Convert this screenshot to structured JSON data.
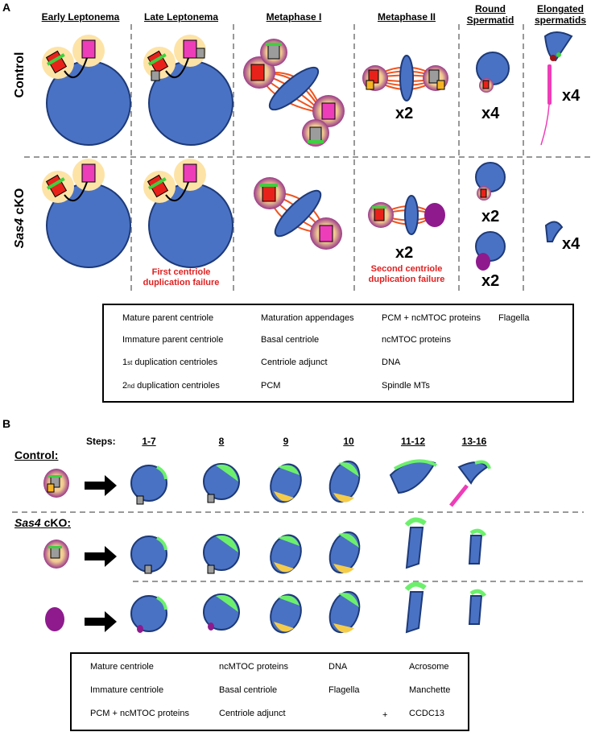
{
  "panelA": {
    "label": "A",
    "columns": [
      "Early Leptonema",
      "Late Leptonema",
      "Metaphase I",
      "Metaphase II",
      "Round Spermatid",
      "Elongated spermatids"
    ],
    "rows": {
      "control_label": "Control",
      "sas4_label_italic": "Sas4",
      "sas4_label_rest": " cKO"
    },
    "multipliers": {
      "ctrl_m2": "x2",
      "ctrl_round": "x4",
      "ctrl_elong": "x4",
      "sas_m2": "x2",
      "sas_round1": "x2",
      "sas_round2": "x2",
      "sas_elong": "x4"
    },
    "failures": {
      "first": "First centriole duplication failure",
      "second": "Second centriole duplication failure"
    },
    "legend": {
      "mature_parent": "Mature parent centriole",
      "immature_parent": "Immature parent centriole",
      "first_dup": "1st duplication centrioles",
      "first_dup_base": "1",
      "first_dup_sup": "st",
      "first_dup_rest": " duplication centrioles",
      "second_dup_base": "2",
      "second_dup_sup": "nd",
      "second_dup_rest": " duplication centrioles",
      "maturation": "Maturation appendages",
      "basal": "Basal centriole",
      "adjunct": "Centriole adjunct",
      "pcm": "PCM",
      "pcm_ncmtoc": "PCM + ncMTOC proteins",
      "ncmtoc": "ncMTOC proteins",
      "dna": "DNA",
      "spindle": "Spindle MTs",
      "flagella": "Flagella"
    }
  },
  "panelB": {
    "label": "B",
    "steps_label": "Steps:",
    "steps": [
      "1-7",
      "8",
      "9",
      "10",
      "11-12",
      "13-16"
    ],
    "rows": {
      "control": "Control:",
      "sas4_italic": "Sas4",
      "sas4_rest": " cKO:"
    },
    "legend": {
      "mature": "Mature centriole",
      "immature": "Immature centriole",
      "pcm_ncmtoc": "PCM + ncMTOC proteins",
      "ncmtoc": "ncMTOC proteins",
      "basal": "Basal centriole",
      "adjunct": "Centriole adjunct",
      "dna": "DNA",
      "flagella": "Flagella",
      "acrosome": "Acrosome",
      "manchette": "Manchette",
      "ccdc13": "CCDC13",
      "plus": "+"
    }
  },
  "colors": {
    "dna": "#4a72c4",
    "mature": "#e8221b",
    "immature": "#ee3db8",
    "grey": "#9c9c9c",
    "orange": "#f5b323",
    "green": "#3fcf3f",
    "pcm": "#fde3a6",
    "ncmtoc": "#8e1a8e",
    "spindle": "#f0541e",
    "basal": "#1f5a1f",
    "adjunct": "#9a1515",
    "acrosome": "#6cf06c",
    "manchette": "#f5cc4a",
    "ccdc13": "#d41f1f"
  }
}
